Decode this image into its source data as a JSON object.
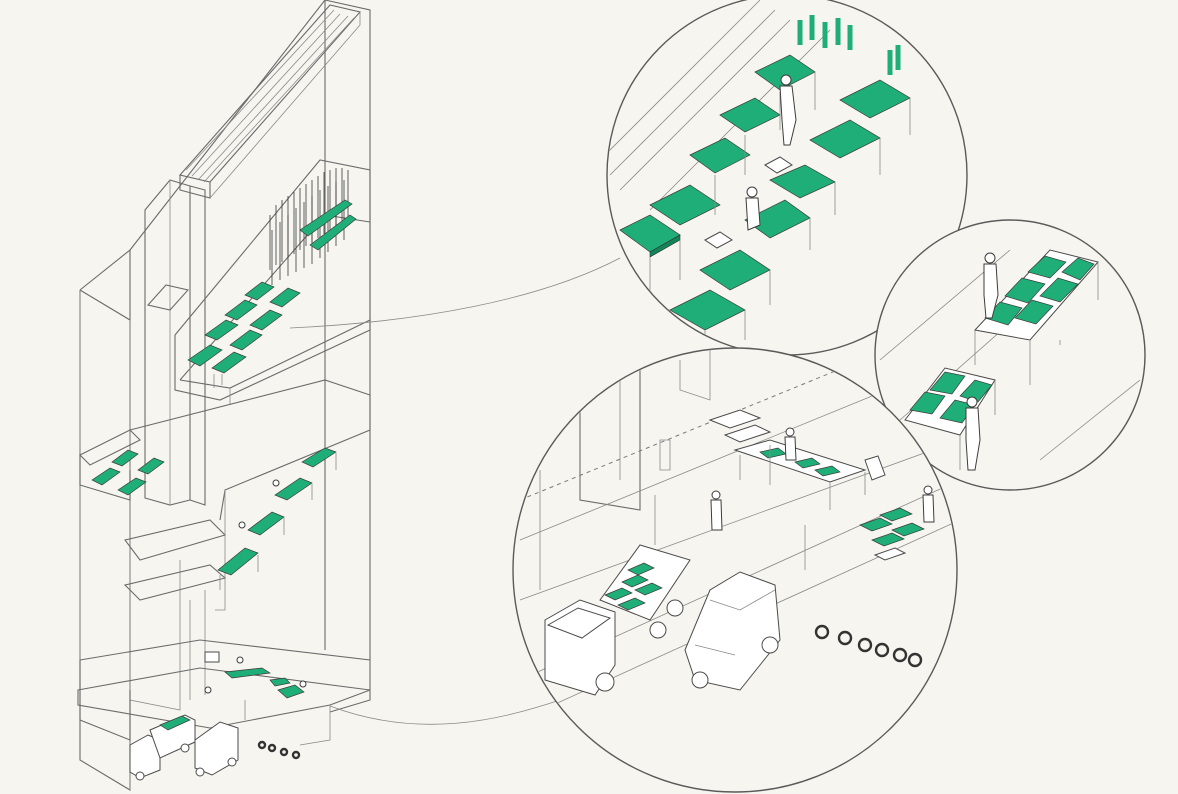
{
  "scene": {
    "palette": {
      "background": "#f6f5ef",
      "line": "#6b6b6b",
      "accent_green": "#1fae78",
      "accent_green_dark": "#12845a"
    },
    "building_levels": [
      "roof-greenhouse",
      "upper-growing-floor",
      "middle-floor",
      "ground-logistics-floor"
    ],
    "detail_callouts": [
      "growing-tables",
      "packing-tables",
      "ground-delivery"
    ]
  }
}
